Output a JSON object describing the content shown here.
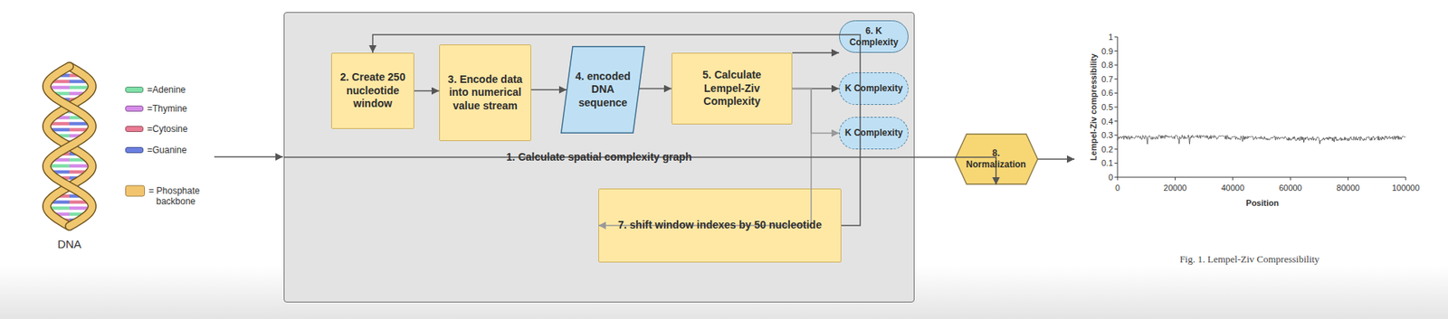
{
  "diagram": {
    "caption": "Fig. 1. Lempel-Ziv Compressibility",
    "nodes": [
      {
        "text": [
          "1. Calculate spatial complexity graph"
        ]
      },
      {
        "text": [
          "2. Create 250 nucleotide window"
        ],
        "in": 0
      },
      {
        "text": [
          "3. Encode data into numerical value stream"
        ],
        "in": 0
      },
      {
        "text": [
          "4. encoded DNA sequence"
        ],
        "in": 0
      },
      {
        "text": [
          "5. Calculate Lempel-Ziv Complexity"
        ],
        "in": 0
      },
      {
        "text": [
          "6. K Complexity"
        ],
        "in": 0
      },
      {
        "text": [
          "K Complexity"
        ],
        "in": 0
      },
      {
        "text": [
          "K Complexity"
        ],
        "in": 0
      },
      {
        "text": [
          "7. shift window indexes by 50 nucleotide"
        ],
        "in": 0
      },
      {
        "text": [
          "8. Normalization"
        ]
      }
    ],
    "edges": [
      {
        "from": 1,
        "to": 2,
        "arrow": "to"
      },
      {
        "from": 2,
        "to": 3,
        "arrow": "to"
      },
      {
        "from": 3,
        "to": 4,
        "arrow": "to"
      },
      {
        "from": 4,
        "to": 5,
        "arrow": "to"
      },
      {
        "from": 4,
        "to": 6,
        "arrow": "to"
      },
      {
        "from": 4,
        "to": 7,
        "arrow": "to"
      },
      {
        "from": 4,
        "to": 8,
        "arrow": "to"
      },
      {
        "from": 8,
        "to": 1,
        "arrow": "to"
      },
      {
        "from": 0,
        "to": 9,
        "arrow": "to"
      }
    ],
    "labels": [
      "DNA",
      "0",
      "0.1",
      "0.2",
      "0.3",
      "0.4",
      "0.5",
      "0.6",
      "0.7",
      "0.8",
      "0.9",
      "1",
      "0",
      "20000",
      "40000",
      "60000",
      "80000",
      "100000",
      "Lempel-Ziv compressibility",
      "Position"
    ],
    "legend": [
      {
        "text": "=Adenine",
        "color": "#7fe0a8"
      },
      {
        "text": "=Thymine",
        "color": "#d58be8"
      },
      {
        "text": "=Cytosine",
        "color": "#e87a93"
      },
      {
        "text": "=Guanine",
        "color": "#6b7fe0"
      },
      {
        "text": "= Phosphate backbone",
        "color": "#f2c46d"
      }
    ]
  }
}
